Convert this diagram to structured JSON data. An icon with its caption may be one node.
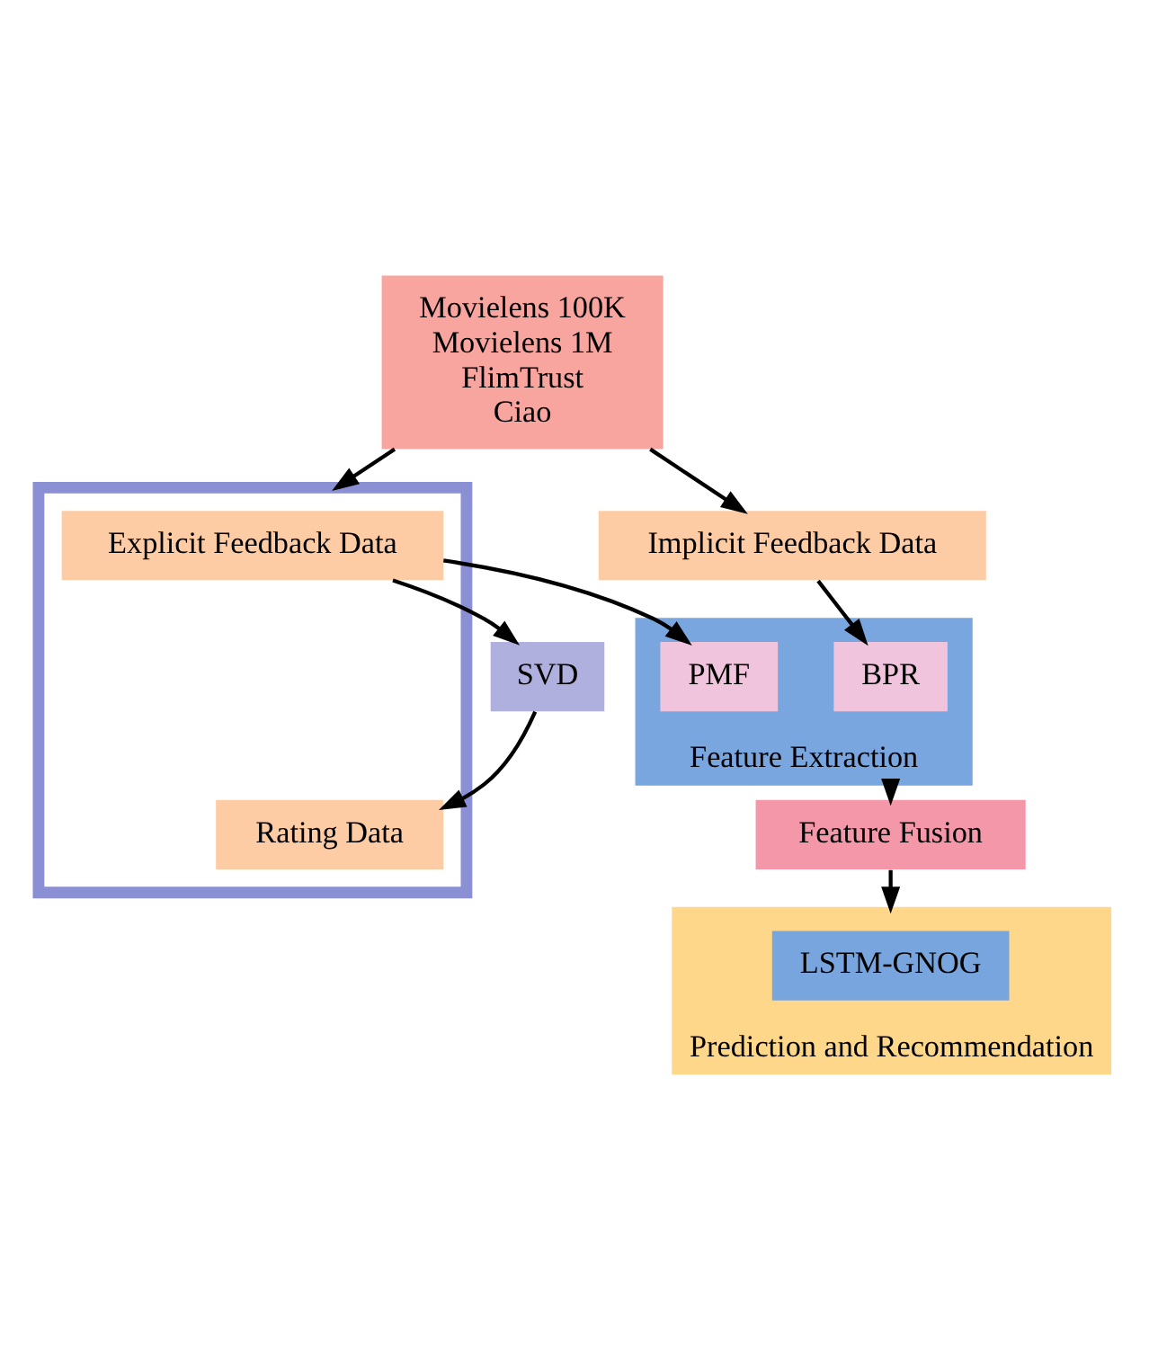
{
  "diagram": {
    "nodes": [
      {
        "text": [
          "Movielens 100K",
          "Movielens 1M",
          "FlimTrust",
          "Ciao"
        ]
      },
      {
        "text": [
          "Implicit Feedback Data"
        ]
      },
      {
        "text": [],
        "shape": "box"
      },
      {
        "text": [
          "Explicit Feedback Data"
        ],
        "in": 2
      },
      {
        "text": [
          "Rating Data"
        ],
        "in": 2
      },
      {
        "text": [
          "Feature Extraction"
        ]
      },
      {
        "text": [
          "BPR"
        ],
        "in": 5
      },
      {
        "text": [
          "PMF"
        ],
        "in": 5
      },
      {
        "text": [
          "SVD"
        ]
      },
      {
        "text": [
          "Feature Fusion"
        ]
      },
      {
        "text": [
          "Prediction and Recommendation"
        ]
      },
      {
        "text": [
          "LSTM-GNOG"
        ],
        "in": 10
      }
    ],
    "edges": [
      {
        "from": 0,
        "to": 1,
        "arrow": "to"
      },
      {
        "from": 0,
        "to": 2,
        "arrow": "to"
      },
      {
        "from": 1,
        "to": 6,
        "arrow": "to"
      },
      {
        "from": 3,
        "to": 7,
        "arrow": "to"
      },
      {
        "from": 3,
        "to": 8,
        "arrow": "to"
      },
      {
        "from": 8,
        "to": 4,
        "arrow": "to"
      },
      {
        "from": 5,
        "to": 9,
        "arrow": "to"
      },
      {
        "from": 9,
        "to": 10,
        "arrow": "to"
      }
    ]
  }
}
